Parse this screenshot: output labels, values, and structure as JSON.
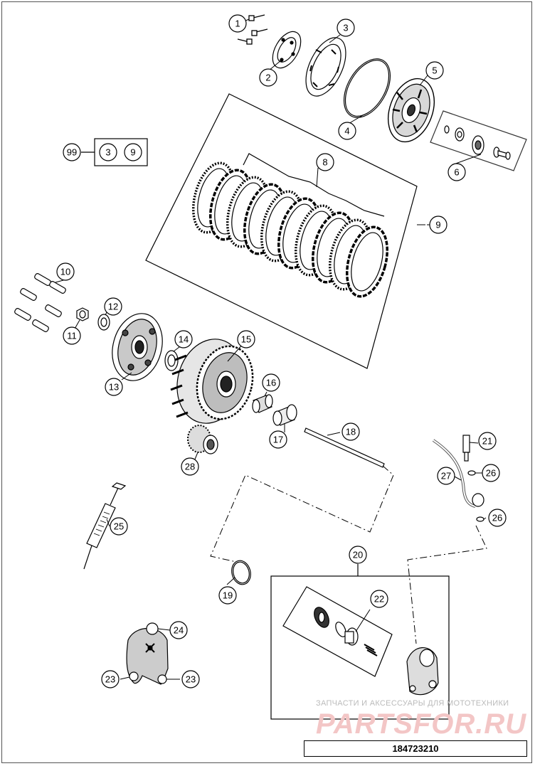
{
  "diagram": {
    "callouts": [
      "1",
      "2",
      "3",
      "4",
      "5",
      "6",
      "8",
      "9",
      "10",
      "11",
      "12",
      "13",
      "14",
      "15",
      "16",
      "17",
      "18",
      "19",
      "20",
      "21",
      "22",
      "23",
      "24",
      "25",
      "26",
      "27",
      "28"
    ],
    "kit": {
      "label": "99",
      "items": [
        "3",
        "9"
      ]
    }
  },
  "watermark": {
    "caption": "ЗАПЧАСТИ И АКСЕССУАРЫ ДЛЯ МОТОТЕХНИКИ",
    "brand": "PARTSFOR.RU"
  },
  "drawing_number": "184723210"
}
